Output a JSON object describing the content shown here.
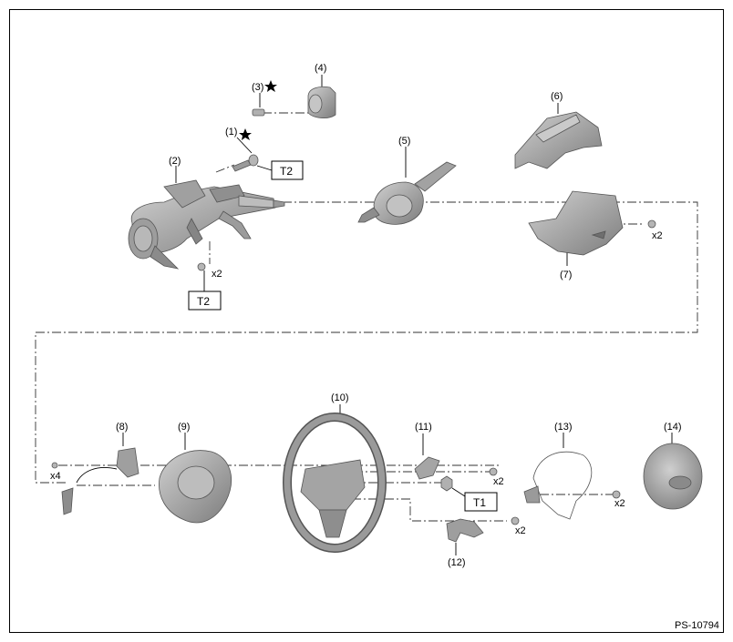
{
  "diagram_id": "PS-10794",
  "parts": [
    {
      "num": "(1)"
    },
    {
      "num": "(2)"
    },
    {
      "num": "(3)"
    },
    {
      "num": "(4)"
    },
    {
      "num": "(5)"
    },
    {
      "num": "(6)"
    },
    {
      "num": "(7)"
    },
    {
      "num": "(8)"
    },
    {
      "num": "(9)"
    },
    {
      "num": "(10)"
    },
    {
      "num": "(11)"
    },
    {
      "num": "(12)"
    },
    {
      "num": "(13)"
    },
    {
      "num": "(14)"
    }
  ],
  "torques": [
    "T2",
    "T2",
    "T1"
  ],
  "quantities": [
    "x2",
    "x2",
    "x4",
    "x2",
    "x2",
    "x2"
  ],
  "star_symbol": "★",
  "colors": {
    "part_fill": "#a6a6a6",
    "part_dark": "#7a7a7a",
    "line": "#000000"
  }
}
